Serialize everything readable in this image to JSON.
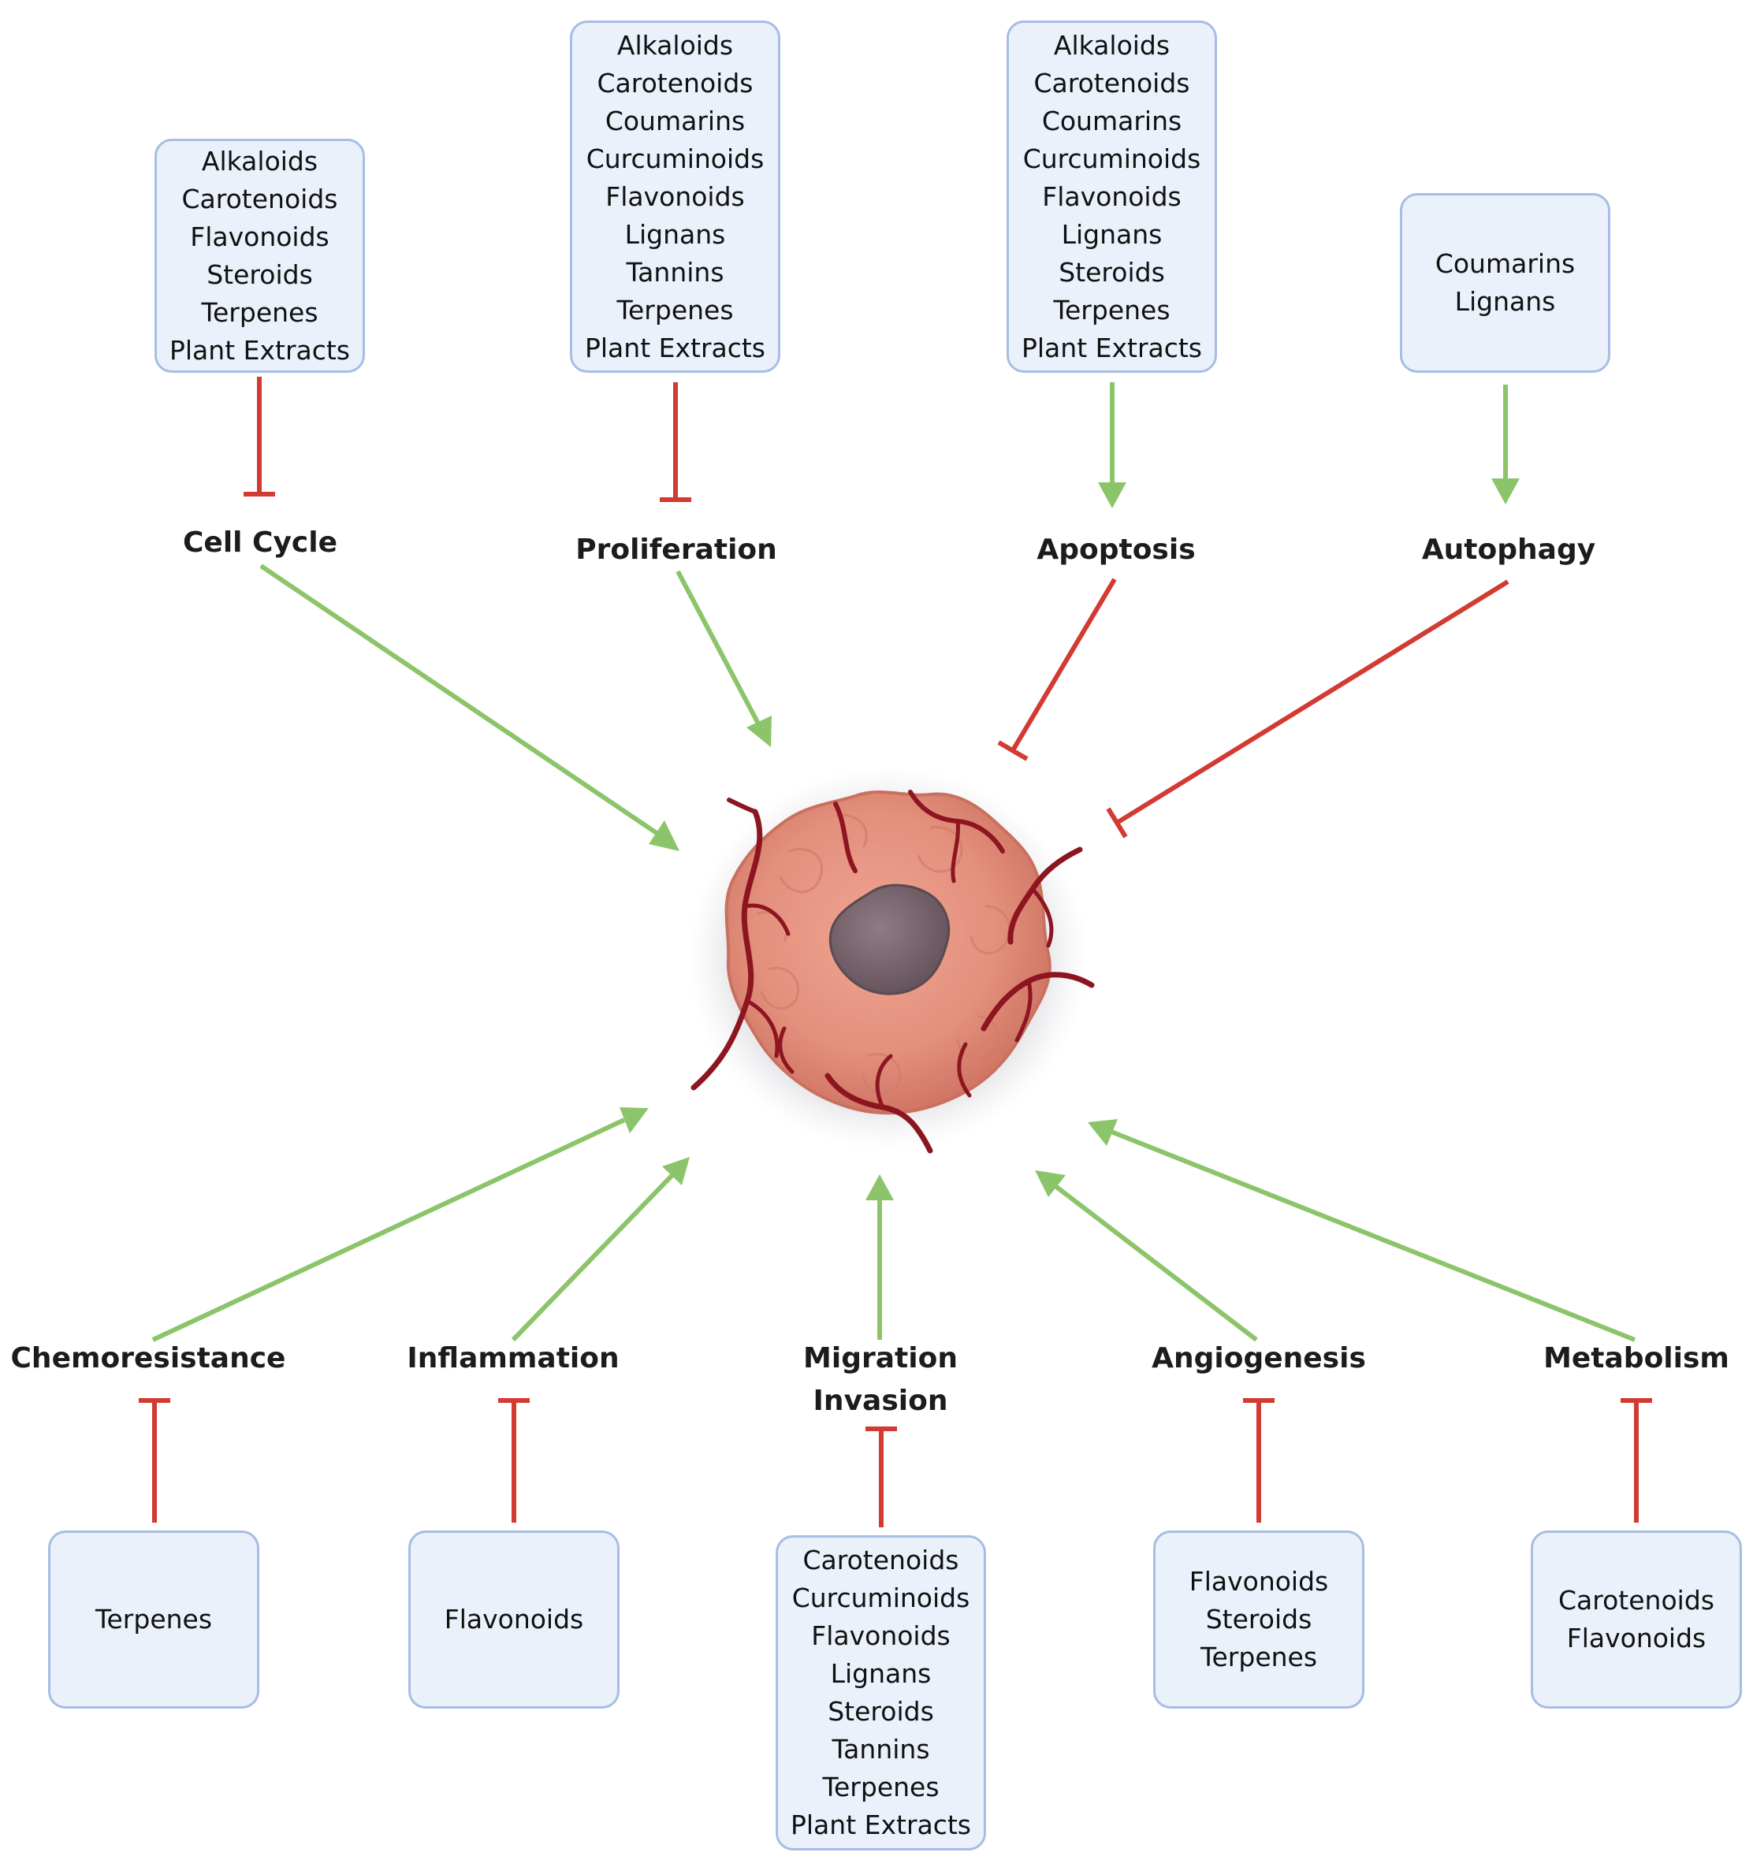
{
  "colors": {
    "activate": "#8cc46a",
    "inhibit": "#d23a32",
    "box_fill": "#eaf1fa",
    "box_border": "#a7bde3",
    "tumor": "#e38f7c",
    "vessel": "#8c1520",
    "nucleus": "#7e6a72"
  },
  "center": {
    "icon": "tumor-cell-icon"
  },
  "processes": {
    "cell_cycle": {
      "label": "Cell Cycle",
      "box_items": [
        "Alkaloids",
        "Carotenoids",
        "Flavonoids",
        "Steroids",
        "Terpenes",
        "Plant Extracts"
      ],
      "compounds_to_process": "inhibit",
      "process_to_tumor": "activate"
    },
    "proliferation": {
      "label": "Proliferation",
      "box_items": [
        "Alkaloids",
        "Carotenoids",
        "Coumarins",
        "Curcuminoids",
        "Flavonoids",
        "Lignans",
        "Tannins",
        "Terpenes",
        "Plant Extracts"
      ],
      "compounds_to_process": "inhibit",
      "process_to_tumor": "activate"
    },
    "apoptosis": {
      "label": "Apoptosis",
      "box_items": [
        "Alkaloids",
        "Carotenoids",
        "Coumarins",
        "Curcuminoids",
        "Flavonoids",
        "Lignans",
        "Steroids",
        "Terpenes",
        "Plant Extracts"
      ],
      "compounds_to_process": "activate",
      "process_to_tumor": "inhibit"
    },
    "autophagy": {
      "label": "Autophagy",
      "box_items": [
        "Coumarins",
        "Lignans"
      ],
      "compounds_to_process": "activate",
      "process_to_tumor": "inhibit"
    },
    "chemoresistance": {
      "label": "Chemoresistance",
      "box_items": [
        "Terpenes"
      ],
      "compounds_to_process": "inhibit",
      "process_to_tumor": "activate"
    },
    "inflammation": {
      "label": "Inflammation",
      "box_items": [
        "Flavonoids"
      ],
      "compounds_to_process": "inhibit",
      "process_to_tumor": "activate"
    },
    "migration_invasion": {
      "label_line1": "Migration",
      "label_line2": "Invasion",
      "box_items": [
        "Carotenoids",
        "Curcuminoids",
        "Flavonoids",
        "Lignans",
        "Steroids",
        "Tannins",
        "Terpenes",
        "Plant Extracts"
      ],
      "compounds_to_process": "inhibit",
      "process_to_tumor": "activate"
    },
    "angiogenesis": {
      "label": "Angiogenesis",
      "box_items": [
        "Flavonoids",
        "Steroids",
        "Terpenes"
      ],
      "compounds_to_process": "inhibit",
      "process_to_tumor": "activate"
    },
    "metabolism": {
      "label": "Metabolism",
      "box_items": [
        "Carotenoids",
        "Flavonoids"
      ],
      "compounds_to_process": "inhibit",
      "process_to_tumor": "activate"
    }
  }
}
